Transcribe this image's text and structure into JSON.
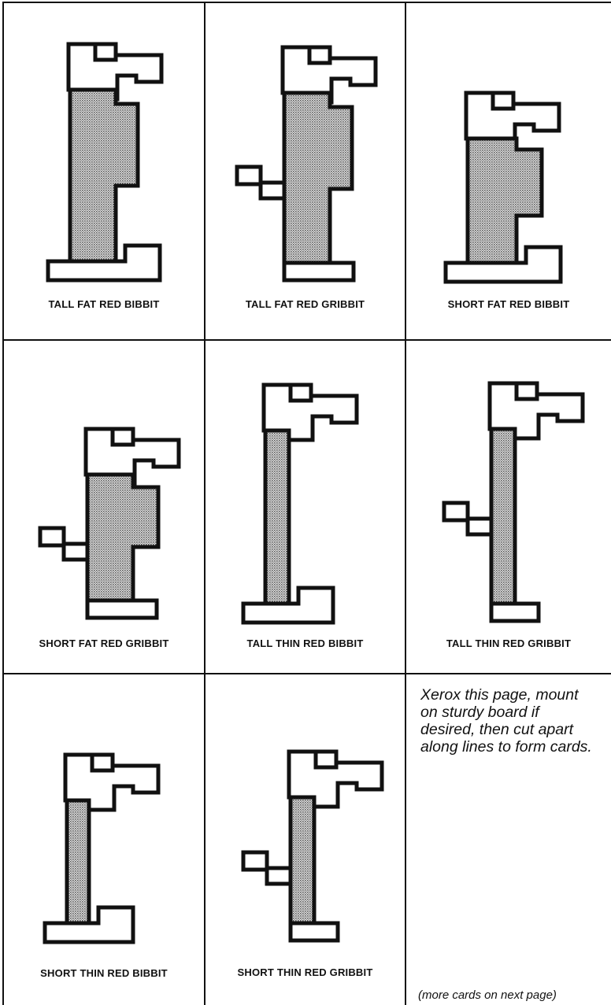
{
  "cards": [
    {
      "label": "TALL FAT RED BIBBIT"
    },
    {
      "label": "TALL  FAT RED GRIBBIT"
    },
    {
      "label": "SHORT FAT RED BIBBIT"
    },
    {
      "label": "SHORT FAT RED GRIBBIT"
    },
    {
      "label": "TALL THIN RED BIBBIT"
    },
    {
      "label": "TALL THIN RED GRIBBIT"
    },
    {
      "label": "SHORT THIN RED BIBBIT"
    },
    {
      "label": "SHORT THIN RED GRIBBIT"
    }
  ],
  "instructions": "Xerox this page, mount\non sturdy board if\ndesired, then cut apart\nalong lines to form cards.",
  "footer": "(more cards on next page)"
}
